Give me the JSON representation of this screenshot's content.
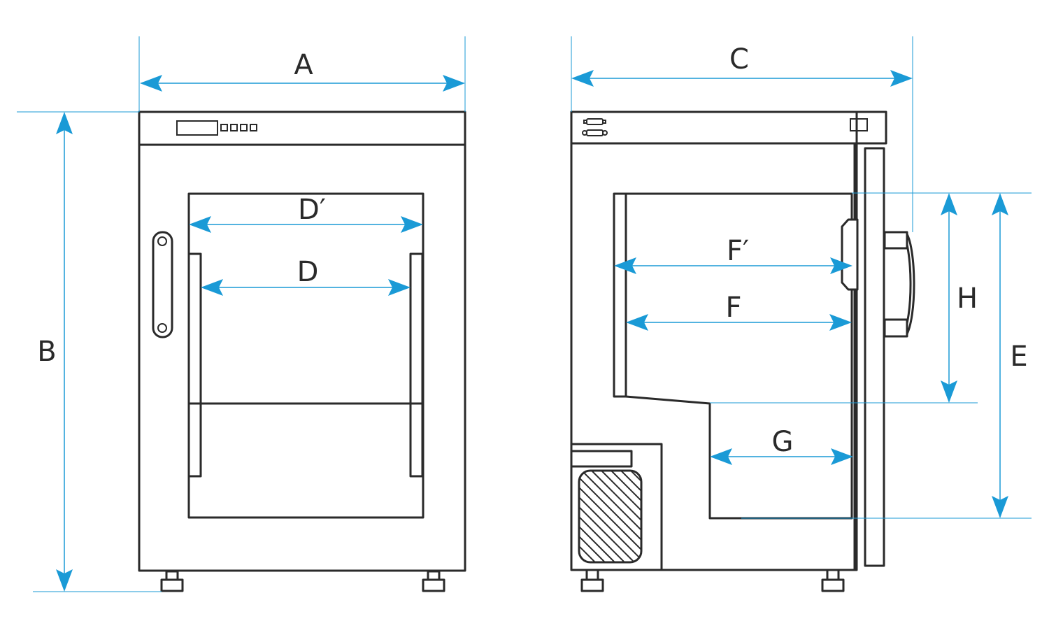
{
  "labels": {
    "a": "A",
    "b": "B",
    "c": "C",
    "d_prime": "D′",
    "d": "D",
    "e": "E",
    "f_prime": "F′",
    "f": "F",
    "g": "G",
    "h": "H"
  },
  "colors": {
    "dimension_line": "#1a9ad6",
    "outline": "#2a2a2a",
    "background": "#ffffff"
  }
}
